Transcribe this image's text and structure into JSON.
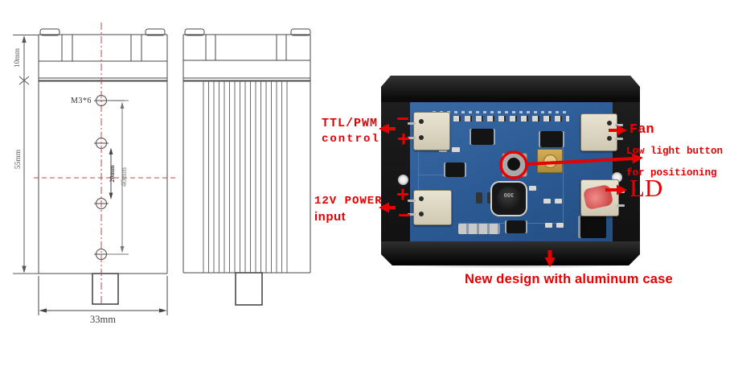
{
  "colors": {
    "annotation_red": "#e60000",
    "centerline_red": "#c94444",
    "drawing_line": "#4a4a4a",
    "pcb_blue": "#2d5c96",
    "case_black": "#171717"
  },
  "front_view": {
    "top_height": "10mm",
    "body_height": "55mm",
    "hole_thread": "M3*6",
    "hole_pitch_inner": "20mm",
    "hole_pitch_outer": "40mm",
    "width": "33mm"
  },
  "annotations": {
    "ttl_line1": "TTL/PWM",
    "ttl_line2": "control",
    "ttl_minus": "−",
    "ttl_plus": "+",
    "power_plus": "+",
    "power_line1": "12V POWER",
    "power_line2": "input",
    "power_minus": "−",
    "fan": "Fan",
    "low_light_line1": "Low light button",
    "low_light_line2": "for positioning",
    "ld": "LD",
    "caption": "New design with aluminum case"
  },
  "pcb": {
    "inductor_marking": "300"
  }
}
